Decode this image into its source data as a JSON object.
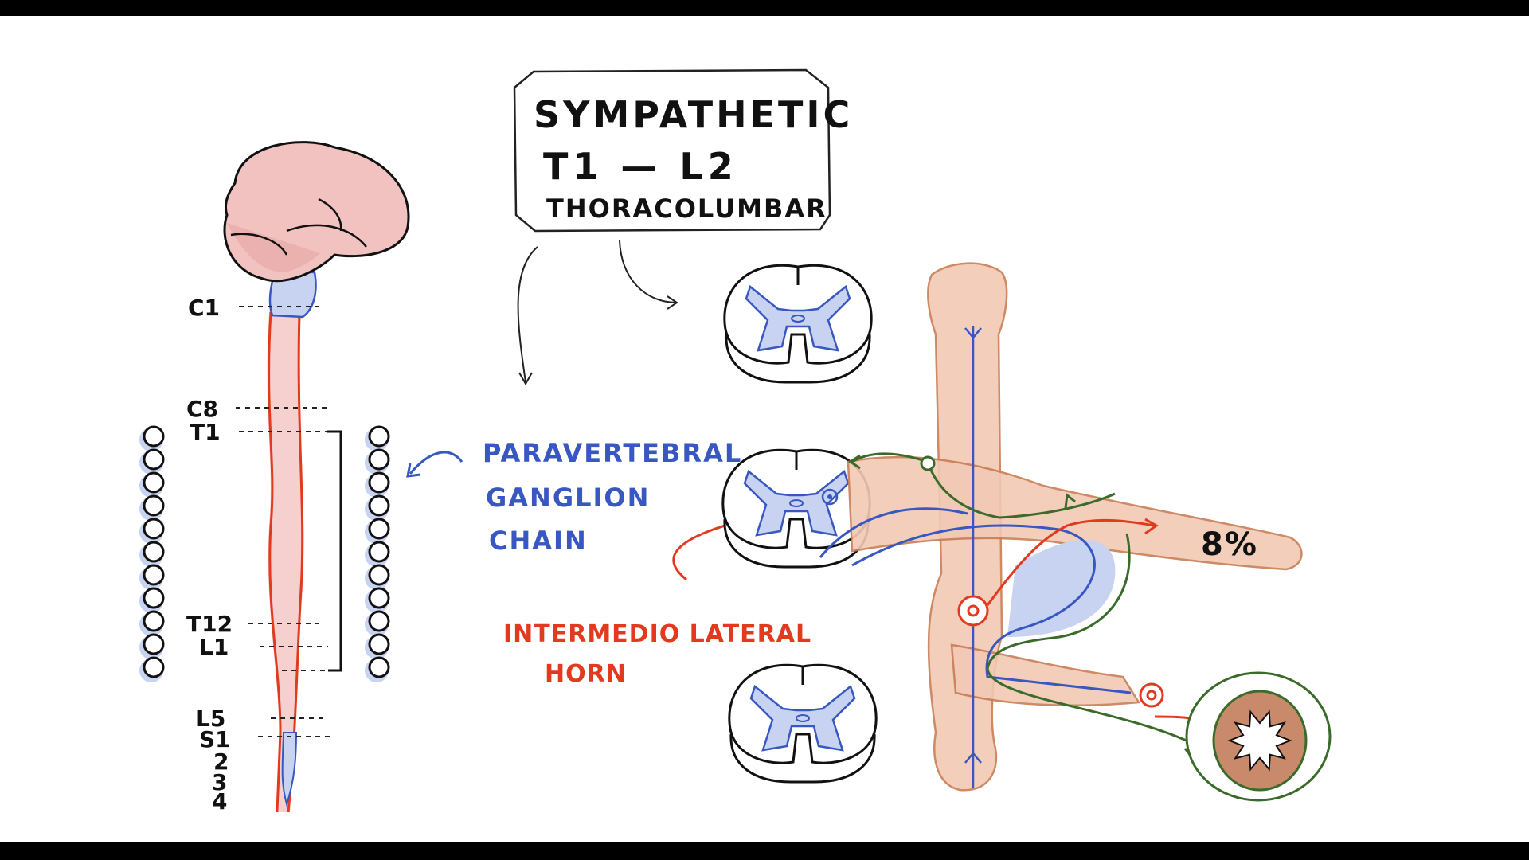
{
  "title_box": {
    "line1": "SYMPATHETIC",
    "line2": "T1 — L2",
    "line3": "THORACOLUMBAR"
  },
  "spine_levels": {
    "c1": "C1",
    "c8": "C8",
    "t1": "T1",
    "t12": "T12",
    "l1": "L1",
    "l5": "L5",
    "s1": "S1",
    "s2": "2",
    "s3": "3",
    "s4": "4"
  },
  "labels": {
    "paravertebral": [
      "PARAVERTEBRAL",
      "GANGLION",
      "CHAIN"
    ],
    "intermediolateral": [
      "INTERMEDIO LATERAL",
      "HORN"
    ],
    "percent": "8%"
  },
  "colors": {
    "brain": "#e8aaa8",
    "cord": "#f6cfcf",
    "cord_line": "#e23a1e",
    "blue": "#3857c0",
    "blue_fill": "#c7d3f0",
    "red": "#e23a1e",
    "green": "#3b6b2a",
    "tan": "#f1c9b4",
    "tan_line": "#c97d55"
  }
}
